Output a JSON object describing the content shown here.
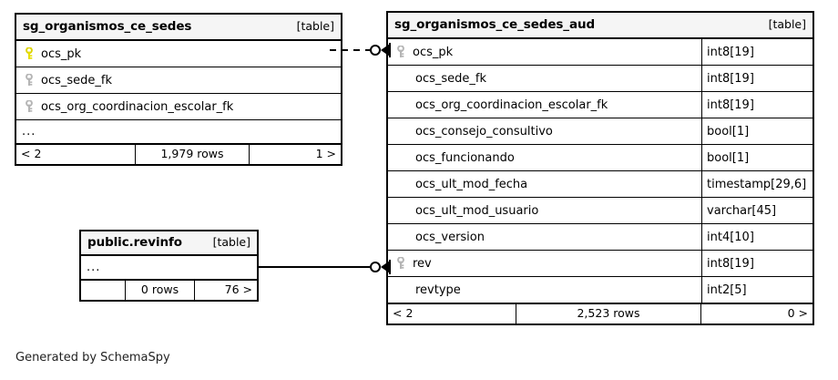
{
  "diagram": {
    "tool": "SchemaSpy",
    "footer_text": "Generated by SchemaSpy",
    "background_color": "#ffffff",
    "pk_key_color": "#e8e000",
    "fk_key_color": "#b0b0b0",
    "border_color": "#000000",
    "header_fill": "#f5f5f5"
  },
  "tables": [
    {
      "id": "sg_organismos_ce_sedes",
      "title": "sg_organismos_ce_sedes",
      "tag": "[table]",
      "shows_types": false,
      "columns": [
        {
          "name": "ocs_pk",
          "key": "primary",
          "type": ""
        },
        {
          "name": "ocs_sede_fk",
          "key": "foreign",
          "type": ""
        },
        {
          "name": "ocs_org_coordinacion_escolar_fk",
          "key": "foreign",
          "type": ""
        }
      ],
      "ellipsis": "...",
      "footer": {
        "prev": "< 2",
        "rows": "1,979 rows",
        "next": "1 >"
      }
    },
    {
      "id": "sg_organismos_ce_sedes_aud",
      "title": "sg_organismos_ce_sedes_aud",
      "tag": "[table]",
      "shows_types": true,
      "columns": [
        {
          "name": "ocs_pk",
          "key": "foreign",
          "type": "int8[19]"
        },
        {
          "name": "ocs_sede_fk",
          "key": "none",
          "type": "int8[19]"
        },
        {
          "name": "ocs_org_coordinacion_escolar_fk",
          "key": "none",
          "type": "int8[19]"
        },
        {
          "name": "ocs_consejo_consultivo",
          "key": "none",
          "type": "bool[1]"
        },
        {
          "name": "ocs_funcionando",
          "key": "none",
          "type": "bool[1]"
        },
        {
          "name": "ocs_ult_mod_fecha",
          "key": "none",
          "type": "timestamp[29,6]"
        },
        {
          "name": "ocs_ult_mod_usuario",
          "key": "none",
          "type": "varchar[45]"
        },
        {
          "name": "ocs_version",
          "key": "none",
          "type": "int4[10]"
        },
        {
          "name": "rev",
          "key": "foreign",
          "type": "int8[19]"
        },
        {
          "name": "revtype",
          "key": "none",
          "type": "int2[5]"
        }
      ],
      "ellipsis": null,
      "footer": {
        "prev": "< 2",
        "rows": "2,523 rows",
        "next": "0 >"
      }
    },
    {
      "id": "public_revinfo",
      "title": "public.revinfo",
      "tag": "[table]",
      "shows_types": false,
      "columns": [],
      "ellipsis": "...",
      "footer": {
        "prev": "",
        "rows": "0 rows",
        "next": "76 >"
      }
    }
  ],
  "relationships": [
    {
      "id": "sedes-to-aud",
      "from": "sg_organismos_ce_sedes",
      "to": "sg_organismos_ce_sedes_aud",
      "line_style": "dashed",
      "end_marker": "crows-foot-circle"
    },
    {
      "id": "revinfo-to-aud",
      "from": "public_revinfo",
      "to": "sg_organismos_ce_sedes_aud",
      "line_style": "solid",
      "end_marker": "crows-foot-circle"
    }
  ]
}
